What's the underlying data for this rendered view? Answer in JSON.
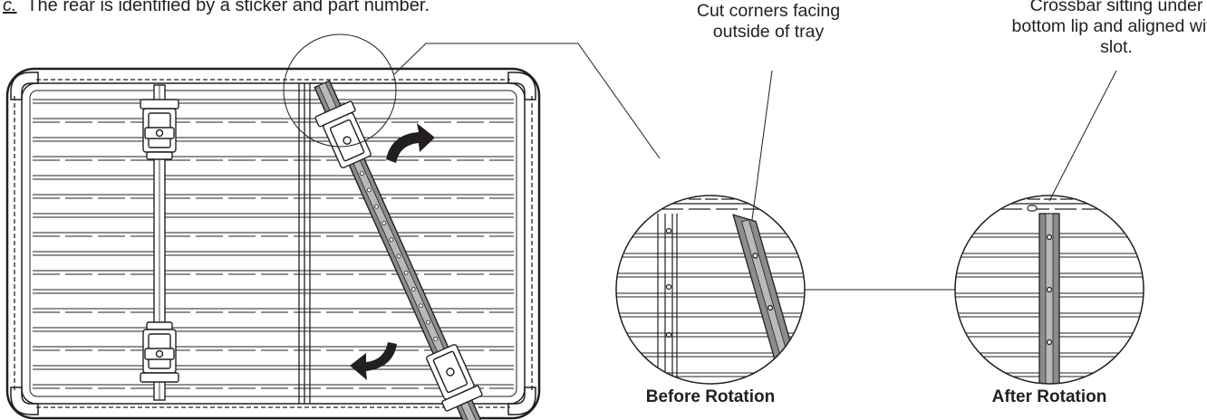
{
  "caption": {
    "prefix": "c.",
    "text": "The rear is identified by a sticker and part number."
  },
  "callouts": {
    "cut_corners": "Cut corners facing outside of tray",
    "crossbar": "Crossbar sitting under bottom lip and aligned with slot."
  },
  "detail_captions": {
    "before": "Before Rotation",
    "after": "After Rotation"
  },
  "colors": {
    "line": "#231f20",
    "crossbar_fill": "#8c8c8c",
    "arrow_fill": "#231f20",
    "background": "#ffffff"
  },
  "icons": [
    "rotate-clockwise-arrow-icon",
    "rotate-arrow-icon"
  ]
}
